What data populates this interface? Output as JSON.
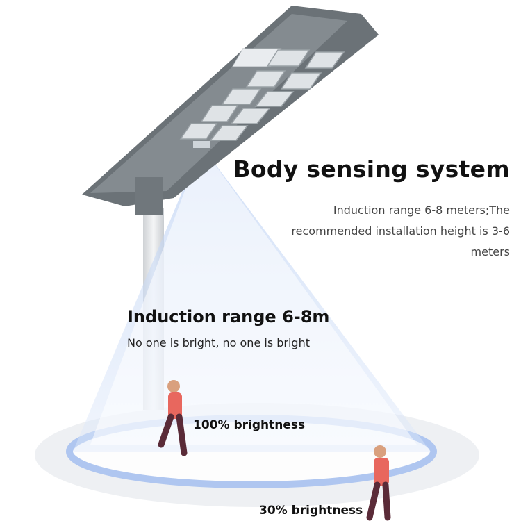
{
  "heading": "Body sensing system",
  "description": "Induction range 6-8 meters;The recommended installation height is 3-6 meters",
  "range_title": "Induction range 6-8m",
  "range_subtitle": "No one is bright, no one is bright",
  "label_full": "100% brightness",
  "label_low": "30% brightness",
  "colors": {
    "lamp_body": "#6b7277",
    "beam": "#7fa8ea",
    "pole": "#e4e6e8",
    "person_shirt": "#e8675e"
  }
}
